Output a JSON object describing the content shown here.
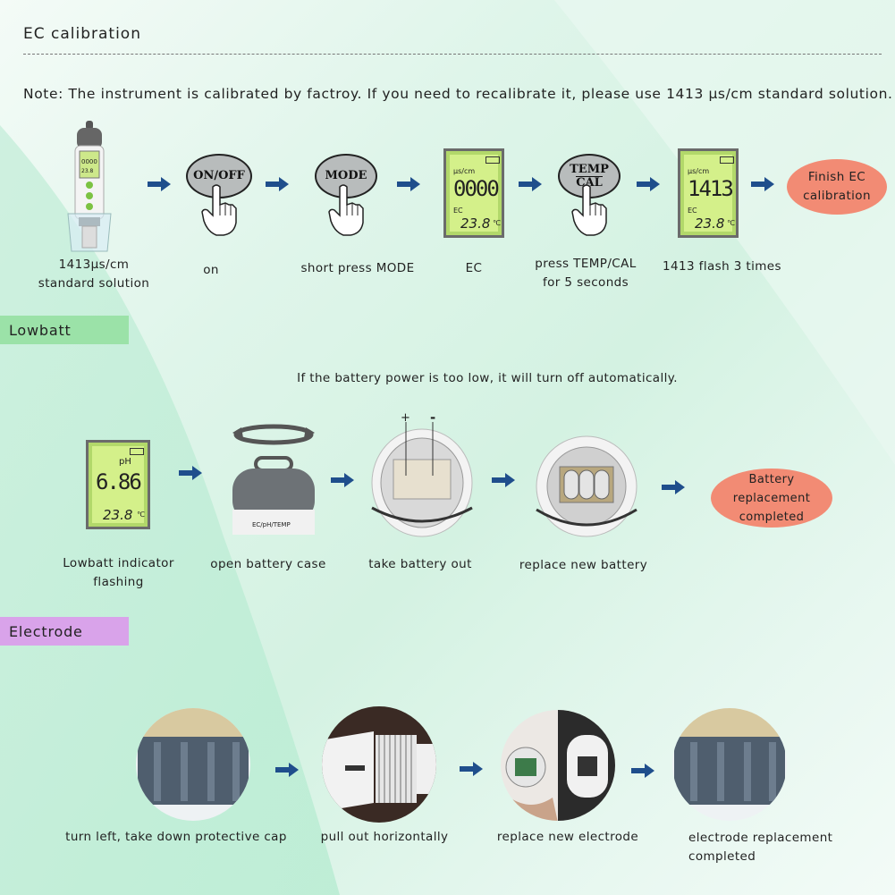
{
  "header": {
    "title": "EC calibration",
    "note": "Note: The instrument is calibrated by factroy. If you need to recalibrate it, please use 1413 μs/cm standard solution."
  },
  "ec_steps": {
    "solution_caption": "1413μs/cm\nstandard solution",
    "on_button": "ON/OFF",
    "on_caption": "on",
    "mode_button": "MODE",
    "mode_caption": "short press MODE",
    "lcd1": {
      "unit": "μs/cm",
      "value": "0000",
      "label": "EC",
      "temp": "23.8",
      "temp_unit": "℃"
    },
    "lcd1_caption": "EC",
    "cal_button_line1": "TEMP",
    "cal_button_line2": "CAL",
    "cal_caption": "press TEMP/CAL\nfor 5 seconds",
    "lcd2": {
      "unit": "μs/cm",
      "value": "1413",
      "label": "EC",
      "temp": "23.8",
      "temp_unit": "℃"
    },
    "lcd2_caption": "1413 flash 3 times",
    "finish": "Finish EC\ncalibration"
  },
  "lowbatt": {
    "section_label": "Lowbatt",
    "info": "If the battery power is too low, it will turn off automatically.",
    "lcd": {
      "label": "pH",
      "value": "6.86",
      "temp": "23.8",
      "temp_unit": "℃"
    },
    "lcd_caption": "Lowbatt indicator flashing",
    "open_caption": "open battery case",
    "pen_label": "EC/pH/TEMP",
    "plus": "+",
    "minus": "-",
    "takeout_caption": "take battery out",
    "replace_caption": "replace new battery",
    "done": "Battery replacement\ncompleted"
  },
  "electrode": {
    "section_label": "Electrode",
    "cap_caption": "turn left, take down protective cap",
    "pull_caption": "pull out horizontally",
    "replace_caption": "replace new electrode",
    "done_caption": "electrode replacement\ncompleted"
  },
  "colors": {
    "arrow": "#1f4e8c",
    "lcd_green": "#d4f08a",
    "pill": "#f28b74",
    "lowbatt_tab": "#9be2a8",
    "electrode_tab": "#d9a3ea"
  }
}
